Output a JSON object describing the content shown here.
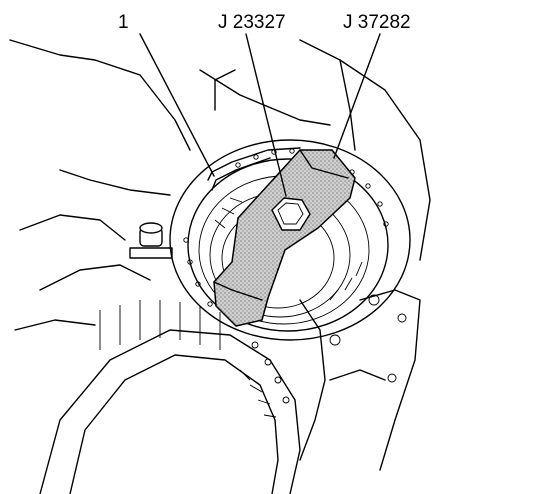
{
  "callouts": {
    "part_1": "1",
    "tool_a": "J 23327",
    "tool_b": "J 37282"
  },
  "colors": {
    "line": "#000000",
    "background": "#ffffff",
    "wrench_fill": "#c8c8c8"
  }
}
